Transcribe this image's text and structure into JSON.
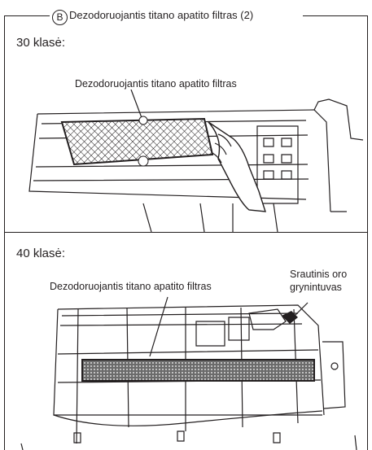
{
  "header": {
    "mark": "B",
    "title": "Dezodoruojantis titano apatito filtras (2)"
  },
  "section_30": {
    "class_label": "30 klasė:",
    "callout": "Dezodoruojantis titano apatito filtras"
  },
  "section_40": {
    "class_label": "40 klasė:",
    "callout_filter": "Dezodoruojantis titano apatito filtras",
    "callout_purifier_line1": "Srautinis oro",
    "callout_purifier_line2": "grynintuvas"
  },
  "colors": {
    "line": "#231f20",
    "filter_fill": "#3a3a3a"
  }
}
